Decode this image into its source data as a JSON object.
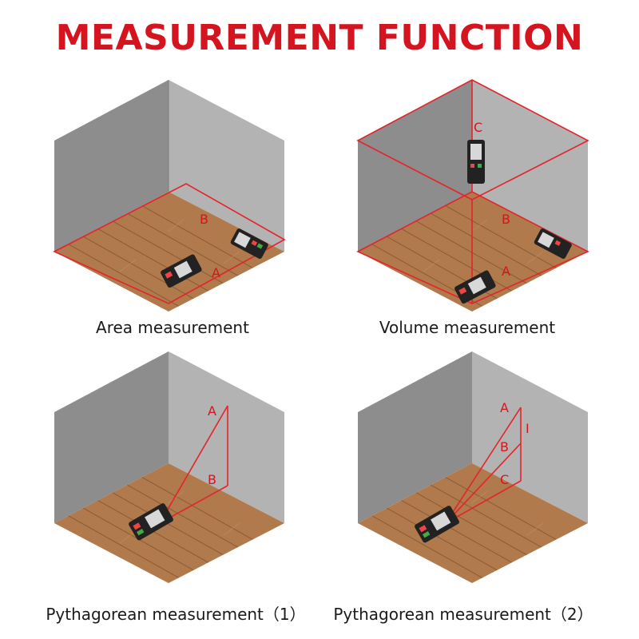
{
  "title": "MEASUREMENT FUNCTION",
  "colors": {
    "title": "#d4141e",
    "laser": "#e5232b",
    "wall_back": "#8d8d8d",
    "wall_right": "#b3b3b3",
    "floor": "#b07a4c",
    "device_body": "#222222"
  },
  "panels": [
    {
      "caption": "Area measurement",
      "labels": {
        "a": "A",
        "b": "B"
      }
    },
    {
      "caption": "Volume measurement",
      "labels": {
        "a": "A",
        "b": "B",
        "c": "C"
      }
    },
    {
      "caption": "Pythagorean measurement（1）",
      "labels": {
        "a": "A",
        "b": "B"
      }
    },
    {
      "caption": "Pythagorean measurement（2）",
      "labels": {
        "a": "A",
        "b": "B",
        "c": "C",
        "i": "I"
      }
    }
  ]
}
